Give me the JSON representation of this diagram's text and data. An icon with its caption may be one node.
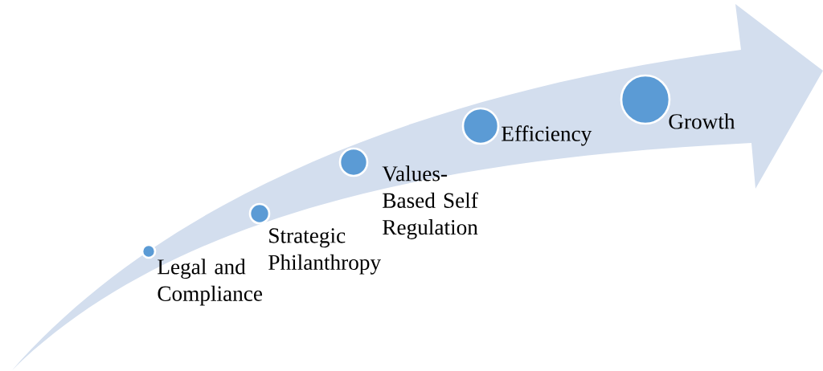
{
  "diagram": {
    "nodes": [
      {
        "text": [],
        "shape": "circle",
        "beside": [
          "Legal and Compliance"
        ]
      },
      {
        "text": [],
        "shape": "circle",
        "beside": [
          "Strategic Philanthropy"
        ]
      },
      {
        "text": [],
        "shape": "circle",
        "beside": [
          "Values-Based Self Regulation"
        ]
      },
      {
        "text": [],
        "shape": "circle",
        "beside": [
          "Efficiency"
        ]
      },
      {
        "text": [],
        "shape": "circle",
        "beside": [
          "Growth"
        ]
      }
    ]
  }
}
